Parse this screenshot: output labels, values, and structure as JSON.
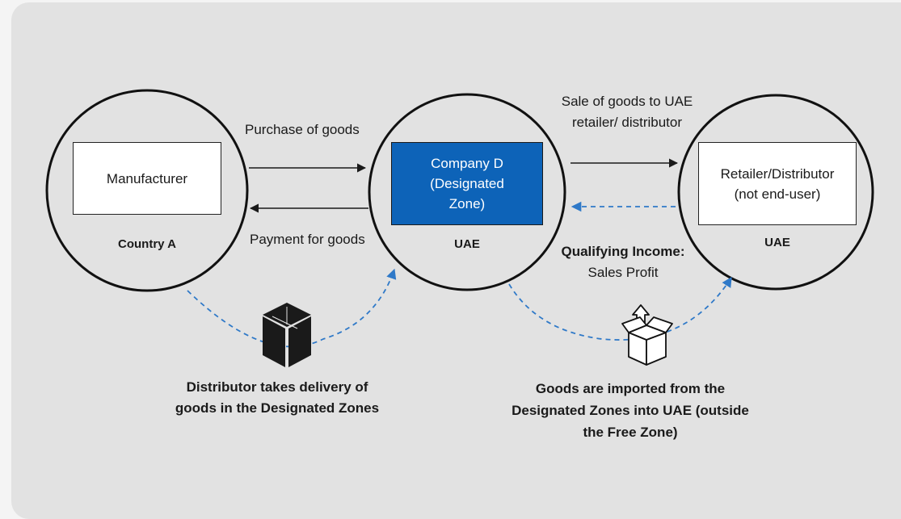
{
  "nodes": {
    "manufacturer": {
      "label": "Manufacturer",
      "location": "Country A"
    },
    "company": {
      "line1": "Company D",
      "line2": "(Designated",
      "line3": "Zone)",
      "location": "UAE"
    },
    "retailer": {
      "line1": "Retailer/Distributor",
      "line2": "(not end-user)",
      "location": "UAE"
    }
  },
  "flows": {
    "purchase": "Purchase of goods",
    "payment": "Payment for goods",
    "sale_line1": "Sale of goods to UAE",
    "sale_line2": "retailer/ distributor",
    "qualifying_line1": "Qualifying Income:",
    "qualifying_line2": "Sales Profit"
  },
  "notes": {
    "delivery_line1": "Distributor takes delivery of",
    "delivery_line2": "goods in the Designated Zones",
    "import_line1": "Goods are imported from the",
    "import_line2": "Designated Zones into UAE (outside",
    "import_line3": "the Free Zone)"
  },
  "icons": {
    "closed_box": "closed-box-icon",
    "open_box": "open-box-icon"
  },
  "colors": {
    "accent_blue": "#0d63b8",
    "dashed_arrow": "#2f79c8",
    "background": "#e2e2e2"
  }
}
